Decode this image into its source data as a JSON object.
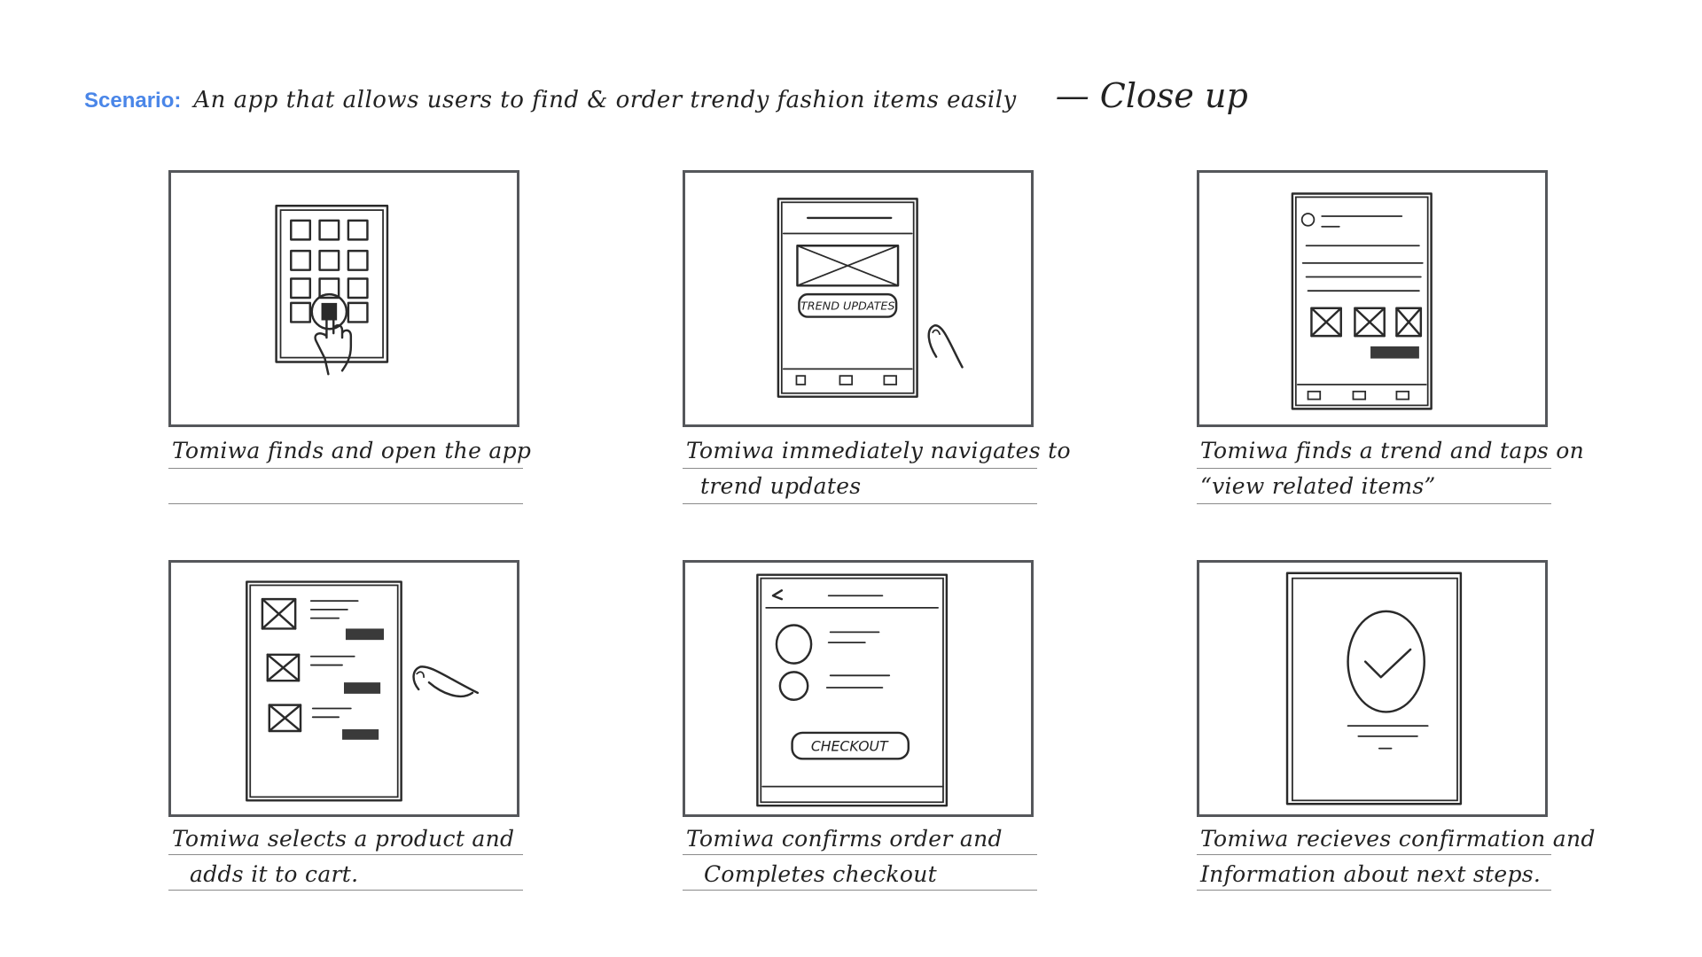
{
  "scenario": {
    "label": "Scenario:",
    "text": "An app that allows users to find & order trendy fashion items easily",
    "suffix": "— Close up"
  },
  "panels": [
    {
      "id": "1",
      "caption_line1": "Tomiwa finds and open the app",
      "caption_line2": ""
    },
    {
      "id": "2",
      "caption_line1": "Tomiwa immediately navigates  to",
      "caption_line2": "trend updates",
      "button_label": "TREND UPDATES"
    },
    {
      "id": "3",
      "caption_line1": "Tomiwa finds a trend and taps on",
      "caption_line2": "“view related items”"
    },
    {
      "id": "4",
      "caption_line1": "Tomiwa selects a product and",
      "caption_line2": "adds it to cart."
    },
    {
      "id": "5",
      "caption_line1": "Tomiwa confirms order and",
      "caption_line2": "Completes checkout",
      "button_label": "CHECKOUT"
    },
    {
      "id": "6",
      "caption_line1": "Tomiwa recieves confirmation and",
      "caption_line2": "Information about next steps."
    }
  ]
}
